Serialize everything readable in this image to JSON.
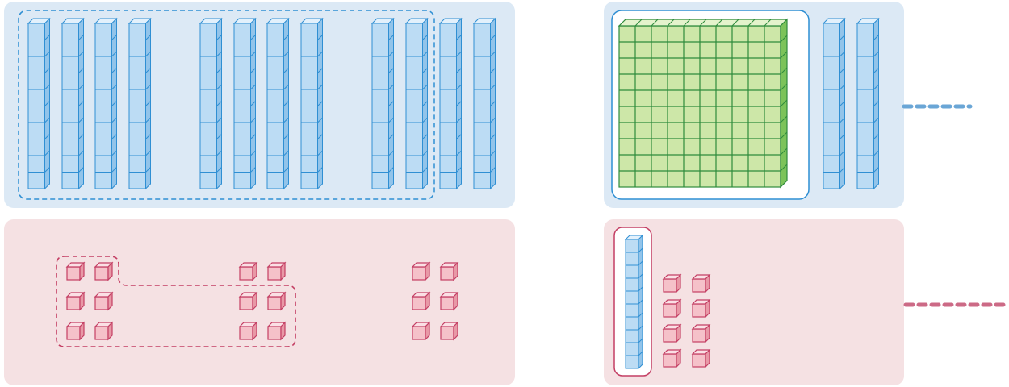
{
  "diagram": {
    "colors": {
      "blue_panel": "#dce9f5",
      "pink_panel": "#f5e1e3",
      "blue_cube_fill": "#bcdcf4",
      "blue_cube_top": "#e3f1fc",
      "blue_cube_side": "#92c4ea",
      "blue_stroke": "#2f8fd3",
      "green_fill": "#cde7a8",
      "green_top": "#e4f3cc",
      "green_side": "#7cc35a",
      "green_stroke": "#2e8b3c",
      "pink_cube_fill": "#f5c1c9",
      "pink_cube_top": "#fbe0e5",
      "pink_cube_side": "#e898a6",
      "pink_stroke": "#c43f64",
      "dash_blue": "#6aa6d6",
      "dash_pink": "#cc6a86"
    },
    "top_left": {
      "rod_groups": [
        4,
        4,
        4
      ],
      "cubes_per_rod": 10,
      "rods_circled": 10
    },
    "top_right": {
      "flat_grid": 10,
      "rods": 2,
      "cubes_per_rod": 10
    },
    "bottom_left": {
      "unit_groups": [
        6,
        6,
        6
      ],
      "units_circled": 10
    },
    "bottom_right": {
      "rods": 1,
      "cubes_per_rod": 10,
      "unit_cubes": 8
    }
  }
}
